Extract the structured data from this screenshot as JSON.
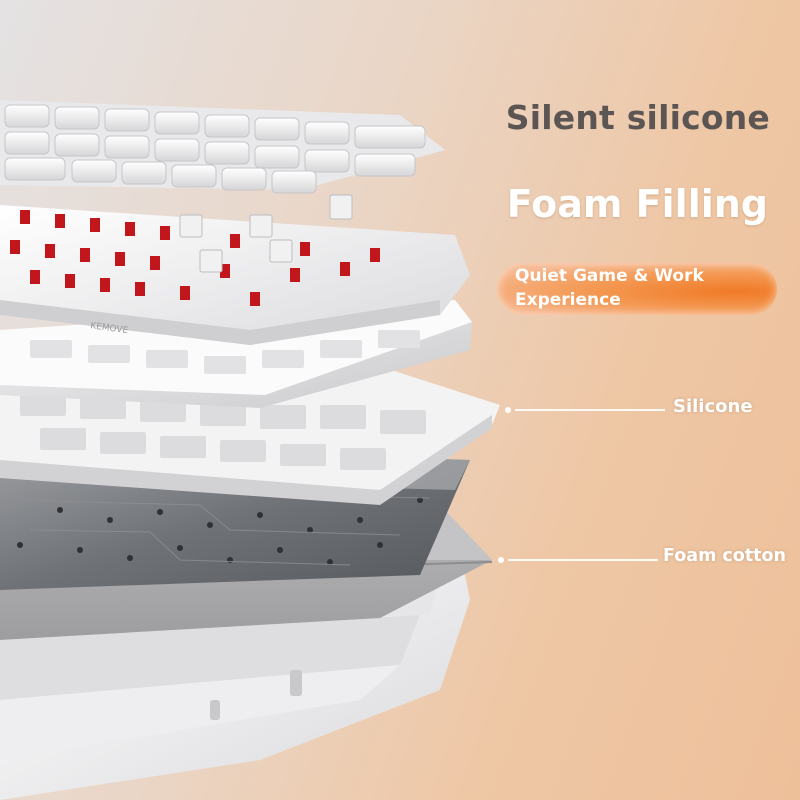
{
  "headlines": {
    "silent": "Silent silicone",
    "foam": "Foam Filling"
  },
  "pill": {
    "line1": "Quiet Game & Work",
    "line2": "Experience",
    "color": "#f07a26"
  },
  "callouts": {
    "silicone": "Silicone",
    "foam_cotton": "Foam cotton"
  },
  "brand": "KEMOVE",
  "colors": {
    "background_left": "#e4e2e3",
    "background_right": "#eec09a",
    "switch_stem": "#c0161c",
    "headline_gray": "#5b5553"
  }
}
